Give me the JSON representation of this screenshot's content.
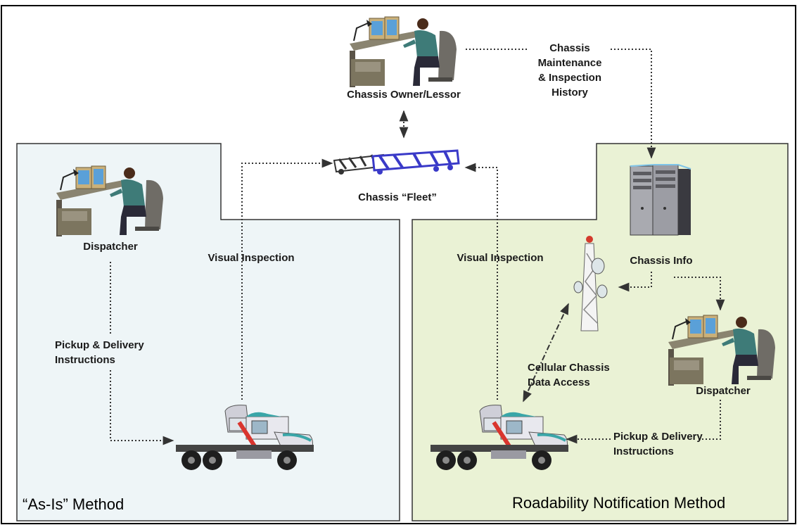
{
  "labels": {
    "owner": "Chassis Owner/Lessor",
    "history": [
      "Chassis",
      "Maintenance",
      "& Inspection",
      "History"
    ],
    "fleet": "Chassis “Fleet”",
    "dispatcher_left": "Dispatcher",
    "visual_left": "Visual Inspection",
    "pickup_left": [
      "Pickup & Delivery",
      "Instructions"
    ],
    "visual_right": "Visual Inspection",
    "chassis_info": "Chassis Info",
    "cellular": [
      "Cellular Chassis",
      "Data Access"
    ],
    "dispatcher_right": "Dispatcher",
    "pickup_right": [
      "Pickup & Delivery",
      "Instructions"
    ]
  },
  "methods": {
    "as_is": "“As-Is” Method",
    "roadability": "Roadability Notification Method"
  },
  "colors": {
    "as_is_panel": "#eef5f7",
    "roadability_panel": "#eaf2d5",
    "arrow": "#333333",
    "truck_red": "#d9352e",
    "chassis_blue": "#3a3ac8"
  },
  "icons": [
    "dispatcher-workstation-icon",
    "chassis-trailer-icon",
    "server-icon",
    "cell-tower-icon",
    "truck-icon"
  ]
}
